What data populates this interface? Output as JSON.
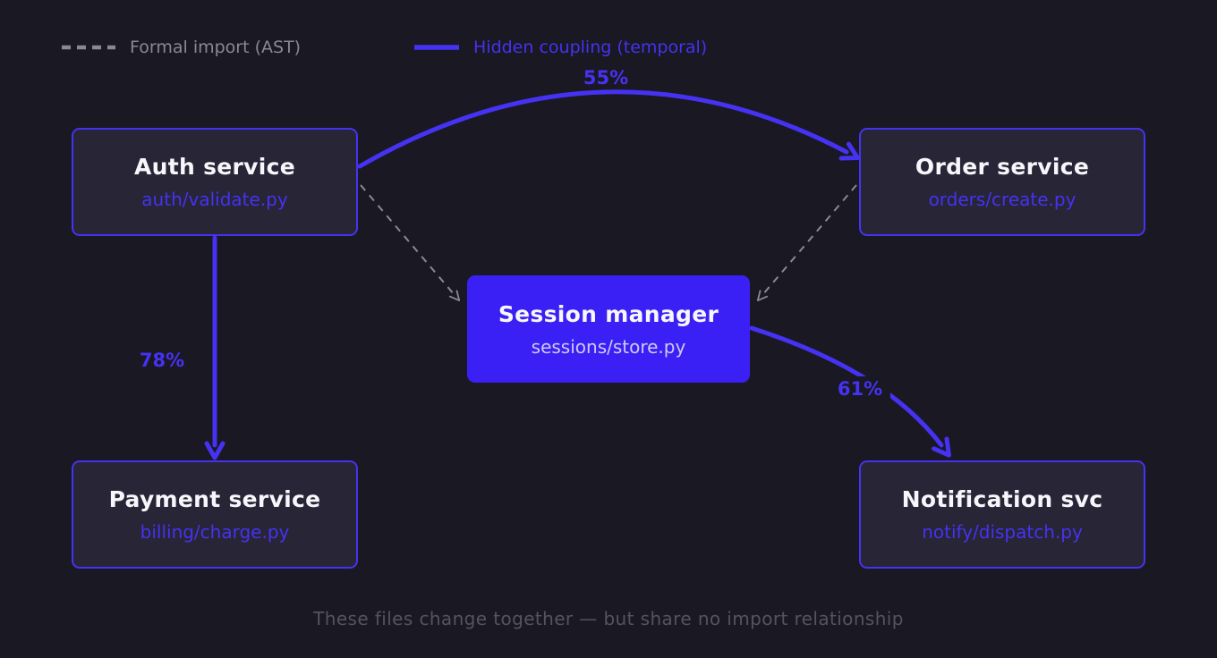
{
  "colors": {
    "bg": "#1a1822",
    "panel": "#272536",
    "accent": "#4632f2",
    "session": "#3b20f5",
    "session_subtitle": "#cfc9f2",
    "gray": "#8a8894",
    "title": "#f7f6fb",
    "caption": "#56535e"
  },
  "legend": {
    "formal_label": "Formal import (AST)",
    "hidden_label": "Hidden coupling (temporal)"
  },
  "nodes": {
    "auth": {
      "title": "Auth service",
      "subtitle": "auth/validate.py"
    },
    "order": {
      "title": "Order service",
      "subtitle": "orders/create.py"
    },
    "session": {
      "title": "Session manager",
      "subtitle": "sessions/store.py"
    },
    "payment": {
      "title": "Payment service",
      "subtitle": "billing/charge.py"
    },
    "notification": {
      "title": "Notification svc",
      "subtitle": "notify/dispatch.py"
    }
  },
  "edges": {
    "auth_to_order_pct": "55%",
    "auth_to_payment_pct": "78%",
    "session_to_notification_pct": "61%"
  },
  "caption": "These files change together — but share no import relationship"
}
